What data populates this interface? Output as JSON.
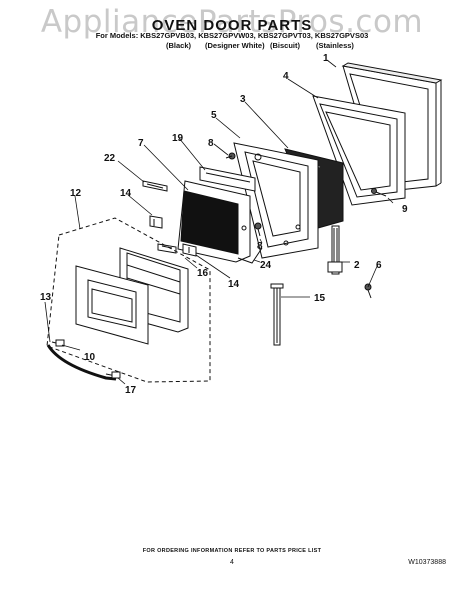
{
  "watermark": "AppliancePartsPros.com",
  "title": "OVEN DOOR PARTS",
  "models_line": "For Models: KBS27GPVB03, KBS27GPVW03, KBS27GPVT03, KBS27GPVS03",
  "finishes": [
    "(Black)",
    "(Designer White)",
    "(Biscuit)",
    "(Stainless)"
  ],
  "callouts": [
    "1",
    "2",
    "3",
    "4",
    "5",
    "6",
    "7",
    "8",
    "8",
    "9",
    "10",
    "12",
    "13",
    "14",
    "14",
    "15",
    "16",
    "17",
    "19",
    "22",
    "24"
  ],
  "footer_note": "FOR ORDERING INFORMATION REFER TO PARTS PRICE LIST",
  "page_number": "4",
  "doc_number": "W10373888"
}
